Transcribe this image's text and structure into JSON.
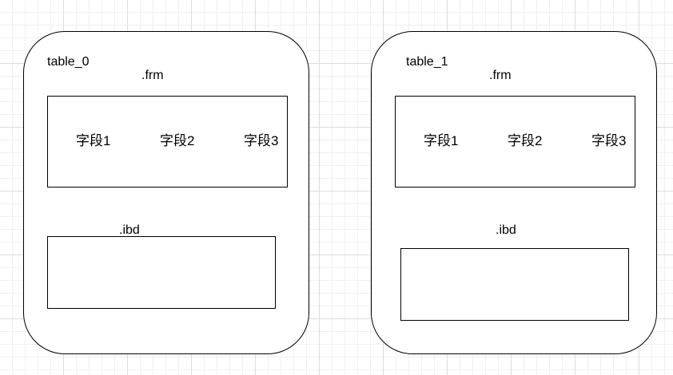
{
  "tables": [
    {
      "name": "table_0",
      "frm_label": ".frm",
      "fields": [
        "字段1",
        "字段2",
        "字段3"
      ],
      "ibd_label": ".ibd"
    },
    {
      "name": "table_1",
      "frm_label": ".frm",
      "fields": [
        "字段1",
        "字段2",
        "字段3"
      ],
      "ibd_label": ".ibd"
    }
  ]
}
